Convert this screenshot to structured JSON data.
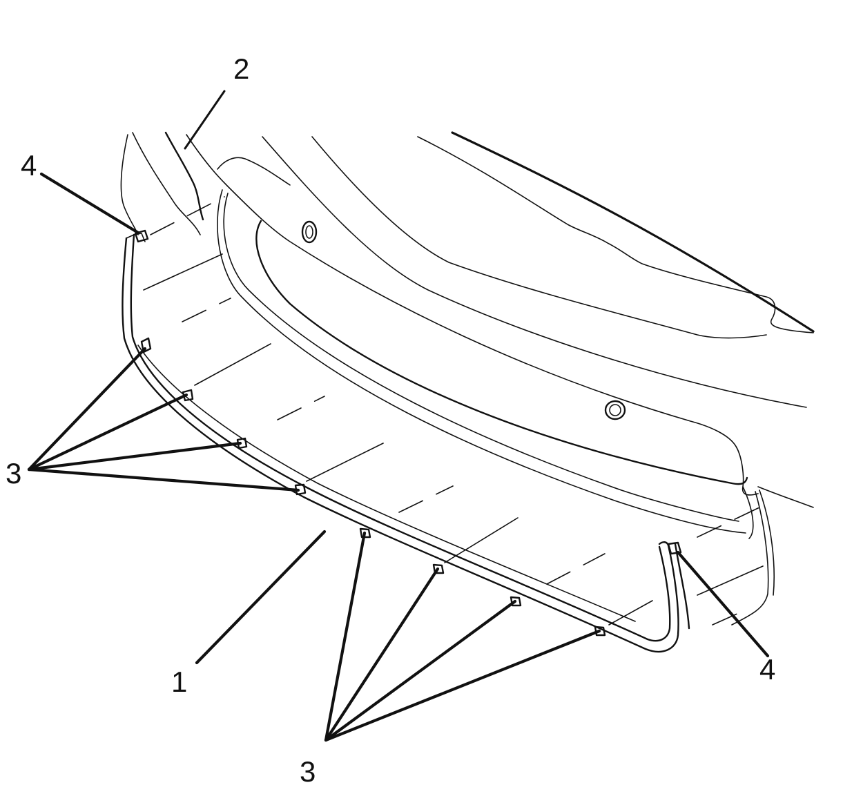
{
  "callouts": {
    "c1": "1",
    "c2": "2",
    "c3_left": "3",
    "c3_bottom": "3",
    "c4_left": "4",
    "c4_right": "4"
  },
  "colors": {
    "line": "#111111",
    "background": "#ffffff"
  }
}
